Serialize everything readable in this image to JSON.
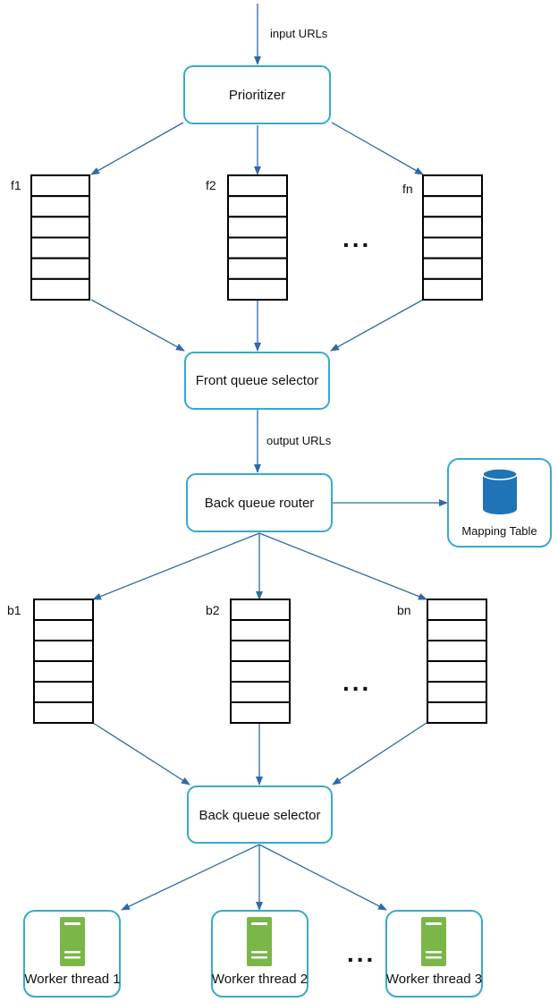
{
  "diagram": {
    "nodes": {
      "prioritizer": "Prioritizer",
      "front_selector": "Front queue selector",
      "back_router": "Back queue router",
      "back_selector": "Back queue selector",
      "mapping_table": "Mapping Table",
      "worker_1": "Worker thread 1",
      "worker_2": "Worker thread 2",
      "worker_3": "Worker thread 3"
    },
    "edge_labels": {
      "input": "input URLs",
      "output": "output URLs"
    },
    "front_queues": [
      "f1",
      "f2",
      "fn"
    ],
    "back_queues": [
      "b1",
      "b2",
      "bn"
    ],
    "ellipsis": "...",
    "queue_slots": 6,
    "colors": {
      "node_border": "#3aa9c9",
      "arrow": "#2f6aa3",
      "database": "#1f73b7",
      "server": "#7ab648"
    }
  }
}
